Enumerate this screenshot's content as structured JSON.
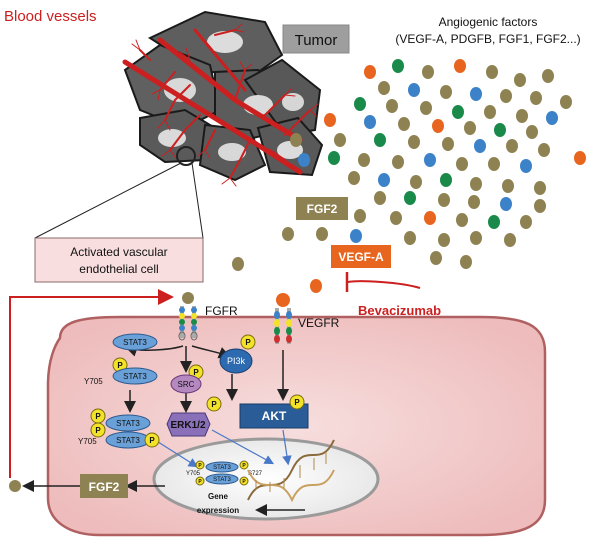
{
  "labels": {
    "blood_vessels": "Blood vessels",
    "tumor": "Tumor",
    "angiogenic_title": "Angiogenic factors",
    "angiogenic_list": "(VEGF-A, PDGFB, FGF1, FGF2...)",
    "fgf2_box": "FGF2",
    "vegfa_box": "VEGF-A",
    "bevacizumab": "Bevacizumab",
    "activated_cell_line1": "Activated vascular",
    "activated_cell_line2": "endothelial cell",
    "fgfr": "FGFR",
    "vegfr": "VEGFR",
    "stat3": "STAT3",
    "y705": "Y705",
    "s727": "S727",
    "p": "P",
    "src": "SRC",
    "pi3k": "PI3k",
    "erk": "ERK1/2",
    "akt": "AKT",
    "gene_line1": "Gene",
    "gene_line2": "expression",
    "fgf2_out": "FGF2"
  },
  "colors": {
    "vessel": "#cc1f1f",
    "tumor": "#5d5d5d",
    "olive": "#8f8252",
    "orange": "#e8651f",
    "blue": "#3c82c8",
    "green": "#1a8a4a",
    "cell_fill": "#f2d0d0",
    "cell_stroke": "#b06060",
    "stat3": "#6aa0d8",
    "src": "#b688c0",
    "pi3k": "#2d6ab0",
    "erk": "#8a70b8",
    "akt": "#2a5d98",
    "p_yellow": "#f2e22a",
    "fgf2_box": "#8f8252",
    "vegfa_box": "#e8651f",
    "pink_box": "#f8dede"
  }
}
